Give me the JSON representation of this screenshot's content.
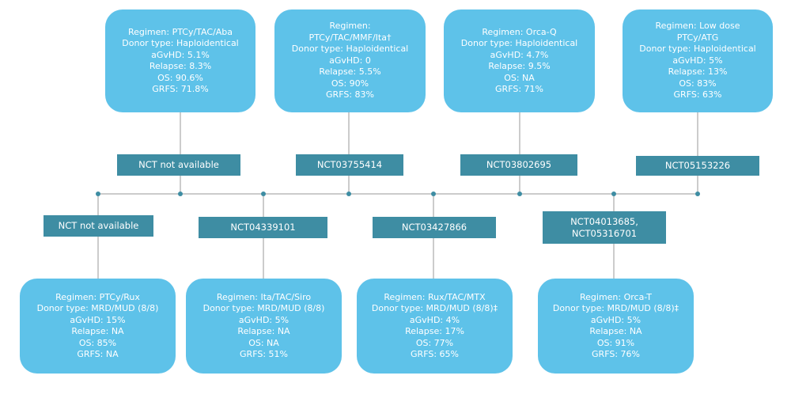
{
  "colors": {
    "box": "#5ec2e9",
    "nct_label": "#3e8da3",
    "line": "#9a9a9a",
    "dot": "#3e8da3"
  },
  "top": [
    {
      "nct": [
        "NCT not available"
      ],
      "lines": [
        "Regimen: PTCy/TAC/Aba",
        "Donor type: Haploidentical",
        "aGvHD: 5.1%",
        "Relapse: 8.3%",
        "OS: 90.6%",
        "GRFS: 71.8%"
      ]
    },
    {
      "nct": [
        "NCT03755414"
      ],
      "lines": [
        "Regimen:",
        "PTCy/TAC/MMF/Ita†",
        "Donor type: Haploidentical",
        "aGvHD: 0",
        "Relapse: 5.5%",
        "OS: 90%",
        "GRFS: 83%"
      ]
    },
    {
      "nct": [
        "NCT03802695"
      ],
      "lines": [
        "Regimen: Orca-Q",
        "Donor type: Haploidentical",
        "aGvHD: 4.7%",
        "Relapse: 9.5%",
        "OS: NA",
        "GRFS: 71%"
      ]
    },
    {
      "nct": [
        "NCT05153226"
      ],
      "lines": [
        "Regimen: Low dose",
        "PTCy/ATG",
        "Donor type: Haploidentical",
        "aGvHD: 5%",
        "Relapse: 13%",
        "OS: 83%",
        "GRFS: 63%"
      ]
    }
  ],
  "bottom": [
    {
      "nct": [
        "NCT not available"
      ],
      "lines": [
        "Regimen: PTCy/Rux",
        "Donor type: MRD/MUD (8/8)",
        "aGvHD: 15%",
        "Relapse: NA",
        "OS: 85%",
        "GRFS: NA"
      ]
    },
    {
      "nct": [
        "NCT04339101"
      ],
      "lines": [
        "Regimen: Ita/TAC/Siro",
        "Donor type: MRD/MUD (8/8)",
        "aGvHD: 5%",
        "Relapse: NA",
        "OS: NA",
        "GRFS: 51%"
      ]
    },
    {
      "nct": [
        "NCT03427866"
      ],
      "lines": [
        "Regimen: Rux/TAC/MTX",
        "Donor type: MRD/MUD (8/8)‡",
        "aGvHD: 4%",
        "Relapse: 17%",
        "OS: 77%",
        "GRFS: 65%"
      ]
    },
    {
      "nct": [
        "NCT04013685,",
        "NCT05316701"
      ],
      "lines": [
        "Regimen: Orca-T",
        "Donor type:  MRD/MUD (8/8)‡",
        "aGvHD: 5%",
        "Relapse: NA",
        "OS: 91%",
        "GRFS: 76%"
      ]
    }
  ]
}
